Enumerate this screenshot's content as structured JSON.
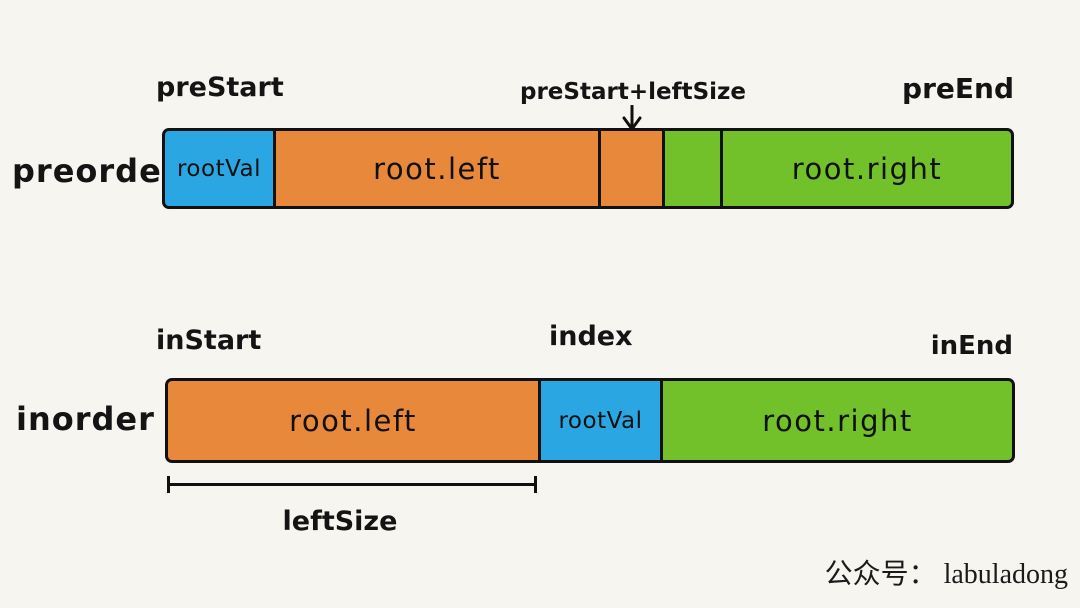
{
  "colors": {
    "blue": "#2aa7e3",
    "orange": "#e8883a",
    "green": "#72c02a",
    "outline": "#111111",
    "background": "#f7f5f0"
  },
  "preorder_row": {
    "row_label": "preorder",
    "pointer_labels": {
      "start": "preStart",
      "mid": "preStart+leftSize",
      "end": "preEnd"
    },
    "segments": [
      {
        "label": "rootVal",
        "color": "blue"
      },
      {
        "label": "root.left",
        "color": "orange"
      },
      {
        "label": "",
        "color": "orange"
      },
      {
        "label": "",
        "color": "green"
      },
      {
        "label": "root.right",
        "color": "green"
      }
    ]
  },
  "inorder_row": {
    "row_label": "inorder",
    "pointer_labels": {
      "start": "inStart",
      "mid": "index",
      "end": "inEnd"
    },
    "segments": [
      {
        "label": "root.left",
        "color": "orange"
      },
      {
        "label": "rootVal",
        "color": "blue"
      },
      {
        "label": "root.right",
        "color": "green"
      }
    ],
    "bracket_label": "leftSize"
  },
  "watermark": "公众号： labuladong"
}
